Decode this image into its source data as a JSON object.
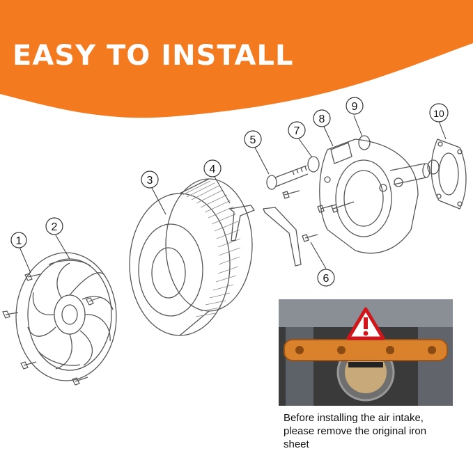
{
  "banner": {
    "title": "EASY TO INSTALL",
    "color": "#F47A1F"
  },
  "callouts": [
    "1",
    "2",
    "3",
    "4",
    "5",
    "6",
    "7",
    "8",
    "9",
    "10"
  ],
  "warning_photo": {
    "caption_lines": [
      "Before installing the air intake,",
      "please remove the original iron",
      "sheet"
    ],
    "warning_icon": "warning-triangle-icon",
    "bracket_color": "#D9822B"
  }
}
